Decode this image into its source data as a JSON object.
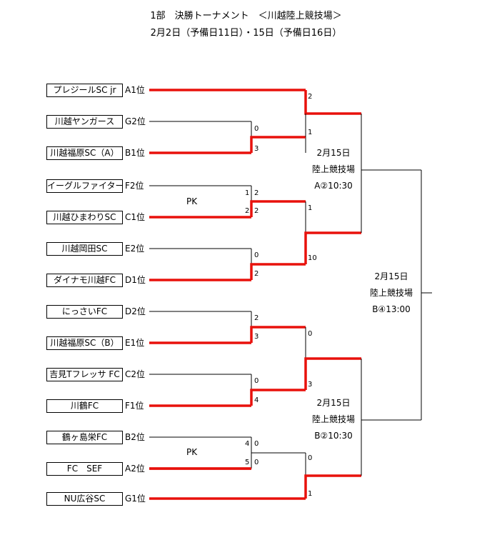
{
  "header": {
    "title": "1部　決勝トーナメント　＜川越陸上競技場＞",
    "dates": "2月2日（予備日11日）・15日（予備日16日）"
  },
  "colors": {
    "winner_line": "#e8110c",
    "line": "#000000"
  },
  "teams": [
    {
      "name": "プレジールSC jr",
      "seed": "A1位"
    },
    {
      "name": "川越ヤンガース",
      "seed": "G2位"
    },
    {
      "name": "川越福原SC（A）",
      "seed": "B1位"
    },
    {
      "name": "イーグルファイター",
      "seed": "F2位"
    },
    {
      "name": "川越ひまわりSC",
      "seed": "C1位"
    },
    {
      "name": "川越岡田SC",
      "seed": "E2位"
    },
    {
      "name": "ダイナモ川越FC",
      "seed": "D1位"
    },
    {
      "name": "にっさいFC",
      "seed": "D2位"
    },
    {
      "name": "川越福原SC（B）",
      "seed": "E1位"
    },
    {
      "name": "吉見Tフレッサ FC",
      "seed": "C2位"
    },
    {
      "name": "川鶴FC",
      "seed": "F1位"
    },
    {
      "name": "鶴ヶ島栄FC",
      "seed": "B2位"
    },
    {
      "name": "FC　SEF",
      "seed": "A2位"
    },
    {
      "name": "NU広谷SC",
      "seed": "G1位"
    }
  ],
  "scores": {
    "r1_m1": [
      "0",
      "3"
    ],
    "r1_m2": [
      "2",
      "2"
    ],
    "r1_m2_pk": [
      "1",
      "2"
    ],
    "r1_m3": [
      "0",
      "2"
    ],
    "r1_m4": [
      "2",
      "3"
    ],
    "r1_m5": [
      "0",
      "4"
    ],
    "r1_m6": [
      "0",
      "0"
    ],
    "r1_m6_pk": [
      "4",
      "5"
    ],
    "r2_m1": [
      "2",
      "1"
    ],
    "r2_m2": [
      "1",
      "10"
    ],
    "r2_m3": [
      "0",
      "3"
    ],
    "r2_m4": [
      "0",
      "1"
    ]
  },
  "pk_label": "PK",
  "venues": {
    "semi_top": [
      "2月15日",
      "陸上競技場",
      "A②10:30"
    ],
    "semi_bottom": [
      "2月15日",
      "陸上競技場",
      "B②10:30"
    ],
    "final": [
      "2月15日",
      "陸上競技場",
      "B④13:00"
    ]
  }
}
